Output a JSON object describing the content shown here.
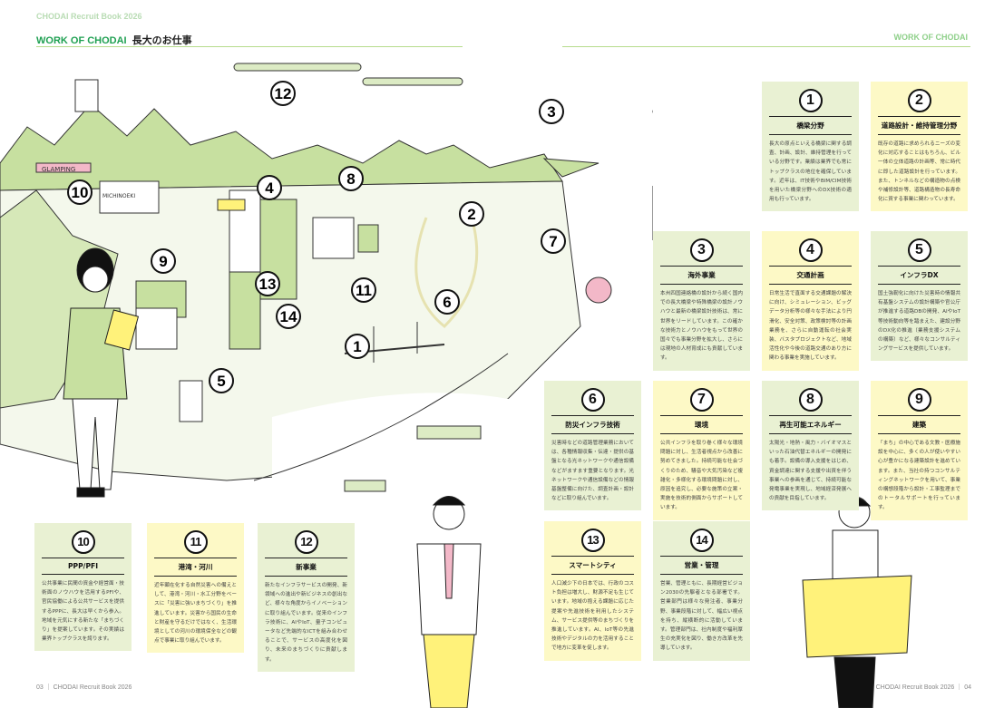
{
  "header": {
    "book_title": "CHODAI Recruit Book 2026",
    "section_en": "WORK OF CHODAI",
    "section_ja": "長大のお仕事",
    "section_en_right": "WORK OF CHODAI"
  },
  "footer": {
    "left": "03 ｜ CHODAI Recruit Book 2026",
    "right": "CHODAI Recruit Book 2026 ｜ 04"
  },
  "illustration": {
    "signs": {
      "glamping": "GLAMPING",
      "michinoeki": "MICHINOEKI"
    },
    "markers": [
      "1",
      "2",
      "3",
      "4",
      "5",
      "6",
      "7",
      "8",
      "9",
      "10",
      "11",
      "12",
      "13",
      "14"
    ]
  },
  "colors": {
    "accent_green": "#1fa052",
    "card_green": "#e9f1d3",
    "card_yellow": "#fdf9c6",
    "illus_green": "#c7e0a0"
  },
  "cards": [
    {
      "num": "1",
      "title": "橋梁分野",
      "body": "長大の原点といえる橋梁に関する調査、計画、設計、維持管理を行っている分野です。業績は業界でも常にトップクラスの地位を確保しています。近年は、IT技術やBIM/CIM技術を用いた橋梁分野へのDX技術の適用も行っています。"
    },
    {
      "num": "2",
      "title": "道路設計・維持管理分野",
      "body": "既存の道路に求められるニーズの変化に対応することはもちろん、ビル一体の立体道路の計画等、常に時代に即した道路設計を行っています。また、トンネルなどの構造物の点検や補修設計等、道路構造物の長寿命化に資する事業に関わっています。"
    },
    {
      "num": "3",
      "title": "海外事業",
      "body": "本州四国連絡橋の設計から続く国内での長大橋梁や特殊橋梁の設計ノウハウと最新の橋梁設計技術は、常に世界をリードしています。この確かな技術力とノウハウをもって世界の国々でも事業分野を拡大し、さらには現地の人材育成にも貢献しています。"
    },
    {
      "num": "4",
      "title": "交通計画",
      "body": "日常生活で直面する交通課題の解決に向け、シミュレーション、ビッグデータ分析等の様々な手法により円滑化、安全対策、政策検討等の計画業務を、さらに自動運転の社会実装、バスタプロジェクトなど、地域活性化や今後の道路交通のあり方に関わる事業を実施しています。"
    },
    {
      "num": "5",
      "title": "インフラDX",
      "body": "国土強靭化に向けた災害時の情報共有基盤システムの設計構築や官公庁が推進する道路DBの開発、AIやIoT等技術動向等を踏まえた、建設分野のDX化の推進（業務支援システムの構築）など、様々なコンサルティングサービスを提供しています。"
    },
    {
      "num": "6",
      "title": "防災インフラ技術",
      "body": "災害時などの道路管理業務においては、各種情報収集・伝達・提供の基盤となる光ネットワークや通信設備などがますます重要となります。光ネットワークや通信設備などの情報基盤整備に向けた、調査計画・設計などに取り組んでいます。"
    },
    {
      "num": "7",
      "title": "環境",
      "body": "公共インフラを取り巻く様々な環境問題に対し、生活者視点から改善に努めてきました。持続可能な社会づくりのため、騒音や大気汚染など複雑化・多様化する環境問題に対し、原因を追究し、必要な施策の立案・実施を技術的側面からサポートしています。"
    },
    {
      "num": "8",
      "title": "再生可能エネルギー",
      "body": "太陽光・地熱・風力・バイオマスといった石油代替エネルギーの開発にも着手。設備の導入支援をはじめ、資金調達に関する支援や出資を伴う事業への参画を通じて、持続可能な発電事業を実現し、地域経済発展への貢献を目指しています。"
    },
    {
      "num": "9",
      "title": "建築",
      "body": "「まち」の中心である文教・医療施設を中心に、多くの人が使いやすい心が豊かになる建築設計を進めています。また、当社の持つコンサルティングネットワークを用いて、事業の構想段階から設計・工事監理までのトータルサポートを行っています。"
    },
    {
      "num": "10",
      "title": "PPP/PFI",
      "body": "公共事業に民間の資金や経営面・技術面のノウハウを活用するPFIや、官民協働による公共サービスを提供するPPPに、長大は早くから参入。地域を元気にする新たな「まちづくり」を提案しています。その実績は業界トップクラスを誇ります。"
    },
    {
      "num": "11",
      "title": "港湾・河川",
      "body": "近年顕在化する自然災害への備えとして、港湾・河川・水工分野をベースに「災害に強いまちづくり」を推進しています。災害から国民の生命と財産を守るだけではなく、生活環境としての河川の環境保全などの観点で事業に取り組んでいます。"
    },
    {
      "num": "12",
      "title": "新事業",
      "body": "新たなインフラサービスの開発、新領域への進出や新ビジネスの創出など、様々な角度からイノベーションに取り組んでいます。従来のインフラ技術に、AIやIoT、量子コンピュータなど先端的なICTを組み合わせることで、サービスの高度化を図り、未来のまちづくりに貢献します。"
    },
    {
      "num": "13",
      "title": "スマートシティ",
      "body": "人口減少下の日本では、行政のコスト負担は増大し、財源不足も生じています。地域の抱える課題に応じた提案や先進技術を利用したシステム、サービス提供等のまちづくりを推進しています。AI、IoT等の先進技術やデジタルの力を活用することで地方に変革を促します。"
    },
    {
      "num": "14",
      "title": "営業・管理",
      "body": "営業、管理ともに、長期経営ビジョン2030の先駆者となる部署です。営業部門は様々な発注者、事業分野、事業段階に対して、幅広い視点を持ち、縦横断的に活動しています。管理部門は、社内制度や福利厚生の充実化を図り、働き方改革を先導しています。"
    }
  ]
}
